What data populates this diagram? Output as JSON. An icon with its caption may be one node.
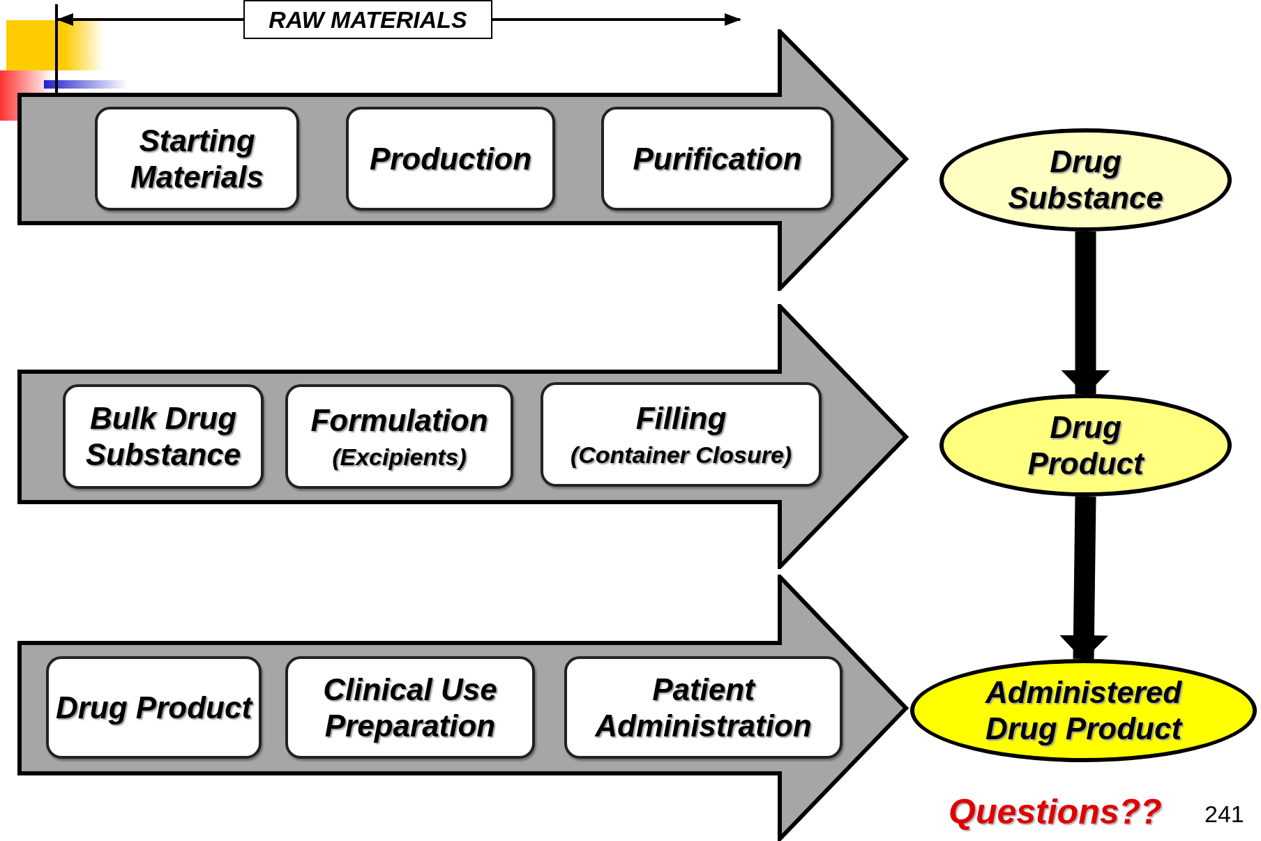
{
  "diagram": {
    "nodes": [
      {
        "text": [
          "RAW MATERIALS"
        ]
      },
      {
        "text": [],
        "shape": "arrow"
      },
      {
        "text": [
          "Starting Materials"
        ],
        "in": 1
      },
      {
        "text": [
          "Production"
        ],
        "in": 1
      },
      {
        "text": [
          "Purification"
        ],
        "in": 1
      },
      {
        "text": [
          "Drug Substance"
        ]
      },
      {
        "text": [],
        "shape": "arrow"
      },
      {
        "text": [
          "Bulk Drug Substance"
        ],
        "in": 6
      },
      {
        "text": [
          "Formulation",
          "(Excipients)"
        ],
        "in": 6
      },
      {
        "text": [
          "Filling",
          "(Container Closure)"
        ],
        "in": 6
      },
      {
        "text": [
          "Drug Product"
        ]
      },
      {
        "text": [],
        "shape": "arrow"
      },
      {
        "text": [
          "Drug Product"
        ],
        "in": 11
      },
      {
        "text": [
          "Clinical Use Preparation"
        ],
        "in": 11
      },
      {
        "text": [
          "Patient Administration"
        ],
        "in": 11
      },
      {
        "text": [
          "Administered Drug Product"
        ]
      },
      {
        "text": [],
        "shape": "bar"
      }
    ],
    "edges": [
      {
        "from": 0,
        "to": 16,
        "arrow": "to"
      },
      {
        "from": 0,
        "to": null,
        "arrow": "to"
      },
      {
        "from": 5,
        "to": 10,
        "arrow": "to",
        "style": "thick"
      },
      {
        "from": 10,
        "to": 15,
        "arrow": "to",
        "style": "thick"
      }
    ],
    "labels": [
      "Questions??",
      "241"
    ]
  }
}
